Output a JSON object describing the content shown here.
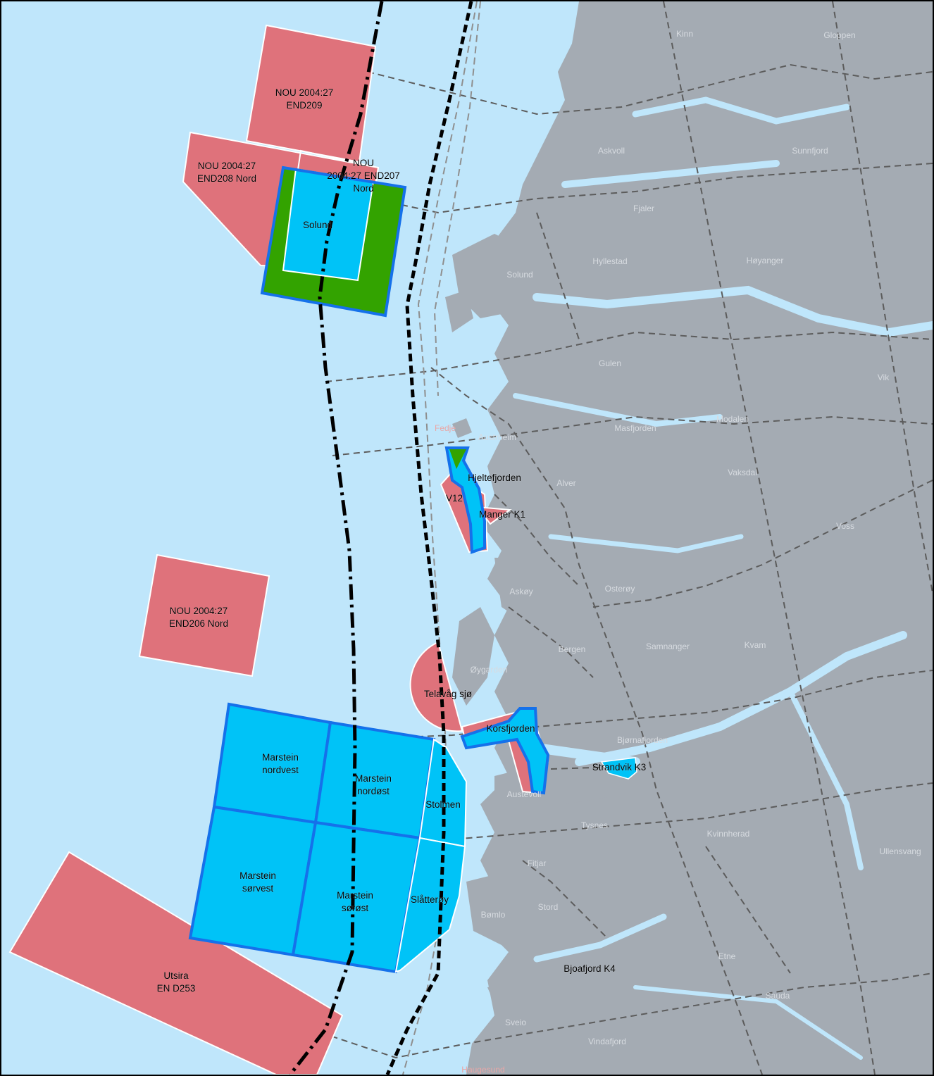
{
  "map": {
    "colors": {
      "sea": "#bfe6fb",
      "land": "#a4abb3",
      "water_inland": "#bfe6fb",
      "nou_area": "#df727b",
      "proposed_area": "#00c3f7",
      "proposed_outline": "#1571ea",
      "green_area": "#33a300",
      "boundary_dash": "#5c5c5c",
      "baseline": "#000000"
    },
    "zones": {
      "end209": {
        "line1": "NOU 2004:27",
        "line2": "END209"
      },
      "end208": {
        "line1": "NOU 2004:27",
        "line2": "END208 Nord"
      },
      "end207": {
        "line1": "NOU",
        "line2": "2004:27 END207",
        "line3": "Nord"
      },
      "solund": "Solund",
      "hjeltefjorden": "Hjeltefjorden",
      "v12": "V12",
      "manger": "Manger K1",
      "end206": {
        "line1": "NOU 2004:27",
        "line2": "END206 Nord"
      },
      "telavag": "Telavåg sjø",
      "korsfjorden": "Korsfjorden",
      "strandvik": "Strandvik K3",
      "marstein_nv": {
        "line1": "Marstein",
        "line2": "nordvest"
      },
      "marstein_no": {
        "line1": "Marstein",
        "line2": "nordøst"
      },
      "stolmen": "Stolmen",
      "marstein_sv": {
        "line1": "Marstein",
        "line2": "sørvest"
      },
      "marstein_so": {
        "line1": "Marstein",
        "line2": "sørøst"
      },
      "slatteroy": "Slåtterøy",
      "bjoafjord": "Bjoafjord K4",
      "utsira": {
        "line1": "Utsira",
        "line2": "EN D253"
      }
    },
    "municipalities": {
      "kinn": "Kinn",
      "gloppen": "Gloppen",
      "askvoll": "Askvoll",
      "sunnfjord": "Sunnfjord",
      "fjaler": "Fjaler",
      "hyllestad": "Hyllestad",
      "hoyanger": "Høyanger",
      "solund": "Solund",
      "gulen": "Gulen",
      "vik": "Vik",
      "fedje": "Fedje",
      "austrheim": "Austrheim",
      "masfjorden": "Masfjorden",
      "modalen": "Modalen",
      "vaksdal": "Vaksdal",
      "alver": "Alver",
      "voss": "Voss",
      "askoy": "Askøy",
      "osteroy": "Osterøy",
      "bergen": "Bergen",
      "samnanger": "Samnanger",
      "kvam": "Kvam",
      "oygarden": "Øygarden",
      "bjornafjorden": "Bjørnafjorden",
      "austevoll": "Austevoll",
      "tysnes": "Tysnes",
      "kvinnherad": "Kvinnherad",
      "ullensvang": "Ullensvang",
      "fitjar": "Fitjar",
      "stord": "Stord",
      "bomlo": "Bømlo",
      "etne": "Etne",
      "sauda": "Sauda",
      "sveio": "Sveio",
      "vindafjord": "Vindafjord",
      "haugesund": "Haugesund"
    }
  }
}
